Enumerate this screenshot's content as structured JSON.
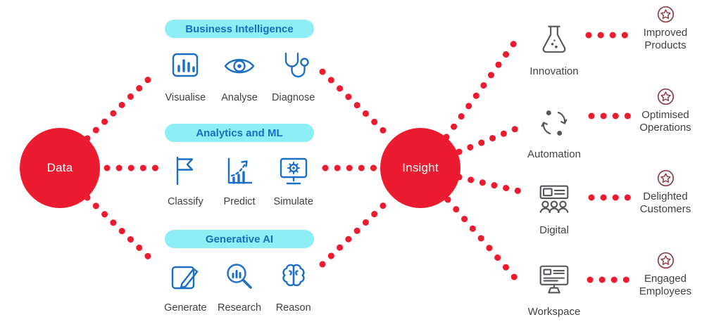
{
  "palette": {
    "dot_red": "#ed1b2f",
    "node_red": "#ed1b2f",
    "pill_cyan": "#8deef6",
    "icon_blue": "#1d6fc4",
    "icon_gray": "#55565a",
    "label_gray": "#414042",
    "star_maroon": "#8f3a44"
  },
  "nodes": {
    "data": {
      "label": "Data"
    },
    "insight": {
      "label": "Insight"
    }
  },
  "groups": [
    {
      "title": "Business Intelligence",
      "items": [
        {
          "label": "Visualise",
          "icon": "bar-chart-icon"
        },
        {
          "label": "Analyse",
          "icon": "eye-icon"
        },
        {
          "label": "Diagnose",
          "icon": "stethoscope-icon"
        }
      ]
    },
    {
      "title": "Analytics and ML",
      "items": [
        {
          "label": "Classify",
          "icon": "flag-icon"
        },
        {
          "label": "Predict",
          "icon": "trend-arrow-chart-icon"
        },
        {
          "label": "Simulate",
          "icon": "monitor-gear-icon"
        }
      ]
    },
    {
      "title": "Generative AI",
      "items": [
        {
          "label": "Generate",
          "icon": "pencil-square-icon"
        },
        {
          "label": "Research",
          "icon": "magnifier-chart-icon"
        },
        {
          "label": "Reason",
          "icon": "brain-icon"
        }
      ]
    }
  ],
  "outcomes": [
    {
      "label": "Innovation",
      "icon": "flask-icon",
      "result": "Improved Products",
      "result_icon": "star-badge-icon"
    },
    {
      "label": "Automation",
      "icon": "cycle-arrows-icon",
      "result": "Optimised Operations",
      "result_icon": "star-badge-icon"
    },
    {
      "label": "Digital",
      "icon": "presentation-audience-icon",
      "result": "Delighted Customers",
      "result_icon": "star-badge-icon"
    },
    {
      "label": "Workspace",
      "icon": "desktop-monitor-icon",
      "result": "Engaged Employees",
      "result_icon": "star-badge-icon"
    }
  ]
}
